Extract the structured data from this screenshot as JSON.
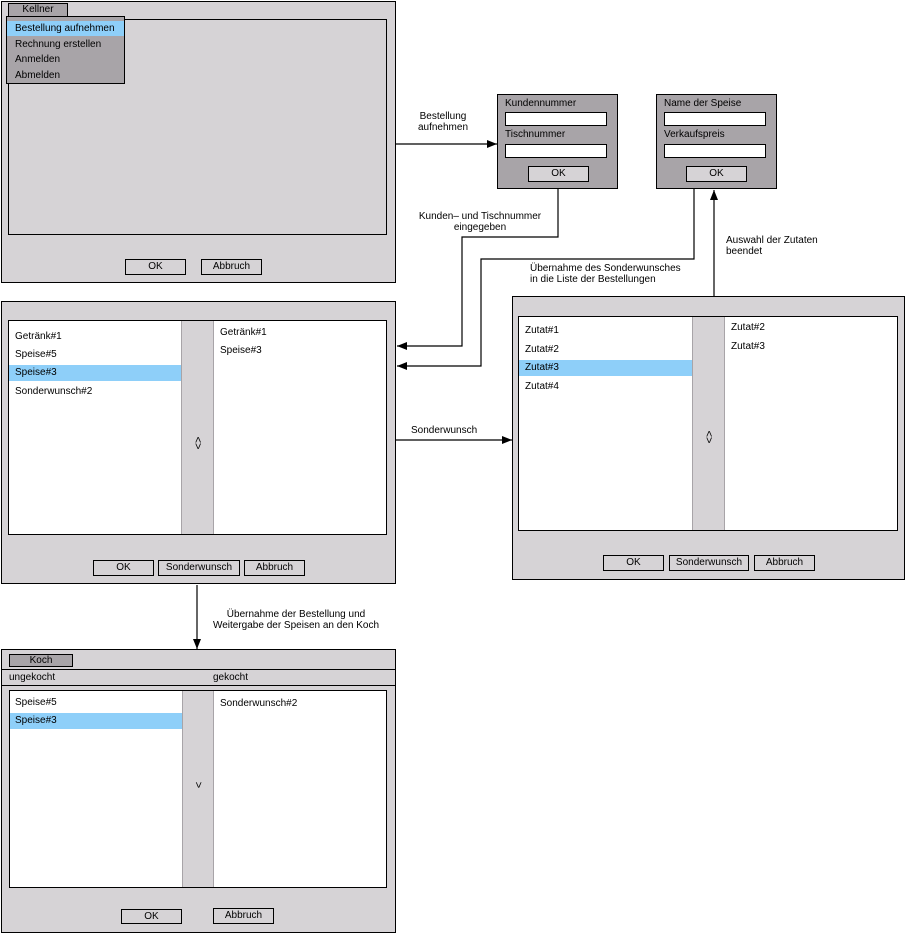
{
  "kellner": {
    "tab": "Kellner",
    "menu": [
      "Bestellung aufnehmen",
      "Rechnung erstellen",
      "Anmelden",
      "Abmelden"
    ],
    "ok": "OK",
    "abbruch": "Abbruch"
  },
  "kunden_dialog": {
    "label1": "Kundennummer",
    "label2": "Tischnummer",
    "ok": "OK"
  },
  "speise_dialog": {
    "label1": "Name der Speise",
    "label2": "Verkaufspreis",
    "ok": "OK"
  },
  "bestellung": {
    "left_items": [
      "Getränk#1",
      "Speise#5",
      "Speise#3",
      "Sonderwunsch#2"
    ],
    "right_items": [
      "Getränk#1",
      "Speise#3"
    ],
    "arrows": "<>",
    "ok": "OK",
    "sonderwunsch": "Sonderwunsch",
    "abbruch": "Abbruch"
  },
  "zutaten": {
    "left_items": [
      "Zutat#1",
      "Zutat#2",
      "Zutat#3",
      "Zutat#4"
    ],
    "right_items": [
      "Zutat#2",
      "Zutat#3"
    ],
    "arrows": "<>",
    "ok": "OK",
    "sonderwunsch": "Sonderwunsch",
    "abbruch": "Abbruch"
  },
  "koch": {
    "tab": "Koch",
    "col1": "ungekocht",
    "col2": "gekocht",
    "left_items": [
      "Speise#5",
      "Speise#3"
    ],
    "right_items": [
      "Sonderwunsch#2"
    ],
    "arrow": ">",
    "ok": "OK",
    "abbruch": "Abbruch"
  },
  "annotations": {
    "bestellung_aufnehmen_1": "Bestellung",
    "bestellung_aufnehmen_2": "aufnehmen",
    "kunden_1": "Kunden– und Tischnummer",
    "kunden_2": "eingegeben",
    "uebernahme_1": "Übernahme des Sonderwunsches",
    "uebernahme_2": "in die Liste der Bestellungen",
    "auswahl_1": "Auswahl der Zutaten",
    "auswahl_2": "beendet",
    "sonderwunsch": "Sonderwunsch",
    "weitergabe_1": "Übernahme der Bestellung und",
    "weitergabe_2": "Weitergabe der Speisen an den Koch"
  }
}
